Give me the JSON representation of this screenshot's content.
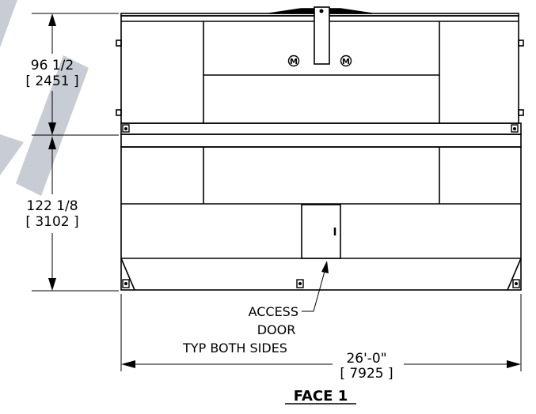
{
  "title": "FACE 1",
  "dimensions": {
    "upper_height": {
      "imperial": "96 1/2",
      "metric": "[ 2451 ]"
    },
    "lower_height": {
      "imperial": "122 1/8",
      "metric": "[ 3102 ]"
    },
    "overall_width": {
      "imperial": "26'-0\"",
      "metric": "[ 7925 ]"
    }
  },
  "callout": {
    "line1": "ACCESS",
    "line2": "DOOR",
    "line3": "TYP BOTH SIDES"
  },
  "logo_mark": "M",
  "watermark_color": "#c8ccd4"
}
